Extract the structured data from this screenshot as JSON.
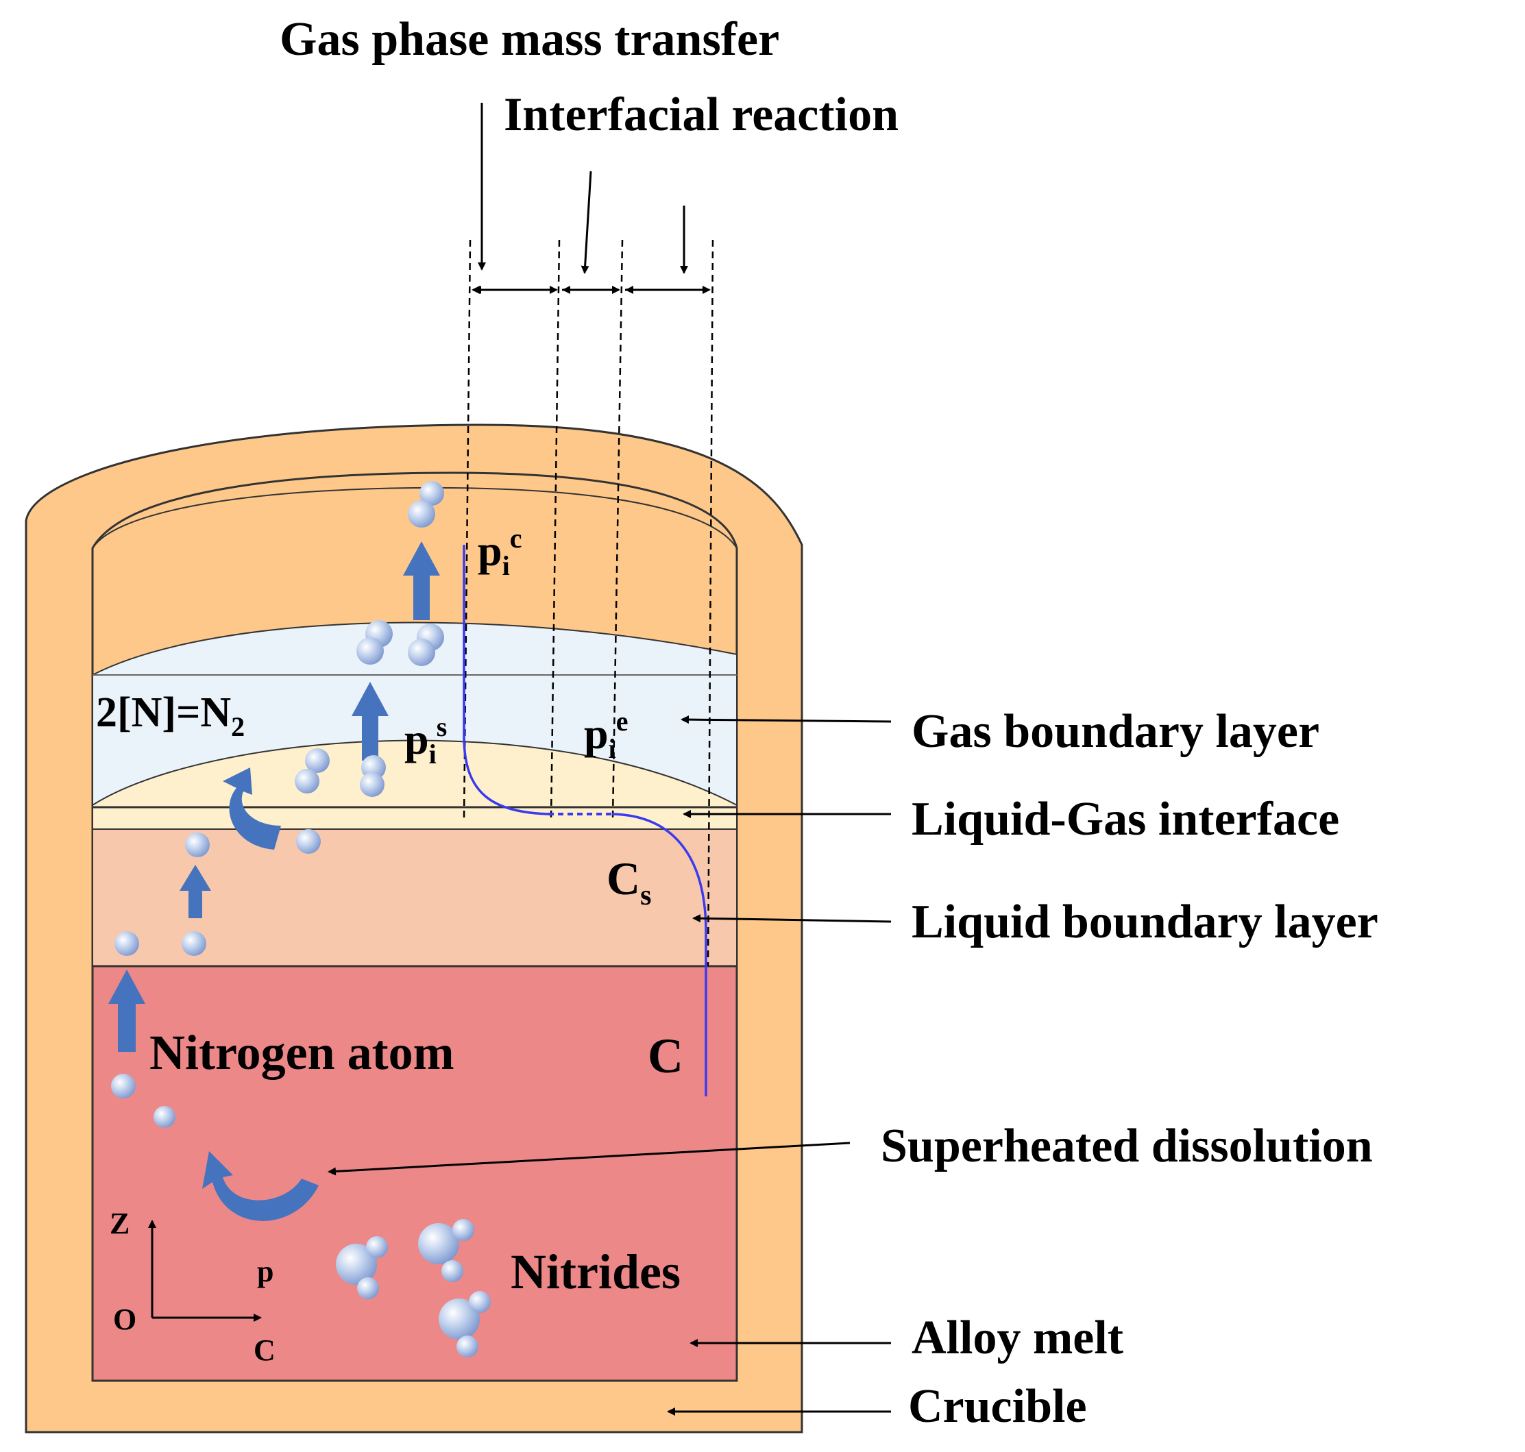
{
  "labels": {
    "gas_phase_mass_transfer": "Gas phase mass transfer",
    "interfacial_reaction": "Interfacial reaction",
    "gas_boundary_layer": "Gas boundary layer",
    "liquid_gas_interface": "Liquid-Gas interface",
    "liquid_boundary_layer": "Liquid boundary layer",
    "superheated_dissolution": "Superheated dissolution",
    "alloy_melt": "Alloy melt",
    "crucible": "Crucible",
    "nitrogen_atom": "Nitrogen atom",
    "nitrides": "Nitrides"
  },
  "symbols": {
    "reaction_lhs": "2[N]=N",
    "reaction_sub": "2",
    "p_base": "p",
    "p_sub": "i",
    "pc_sup": "c",
    "ps_sup": "s",
    "pe_sup": "e",
    "c_base": "C",
    "c_sub": "s",
    "c_bulk": "C"
  },
  "axes": {
    "z": "Z",
    "origin": "O",
    "c": "C",
    "p": "p"
  },
  "colors": {
    "crucible": "#FDC88A",
    "gas_space": "#FDC88A",
    "gas_boundary": "#EAF2FA",
    "interface_band": "#FEF0CC",
    "liquid_boundary": "#F7C8AB",
    "alloy_melt": "#ED8888",
    "flow_arrow": "#4673BD",
    "profile_curve": "#3A3AF0"
  }
}
